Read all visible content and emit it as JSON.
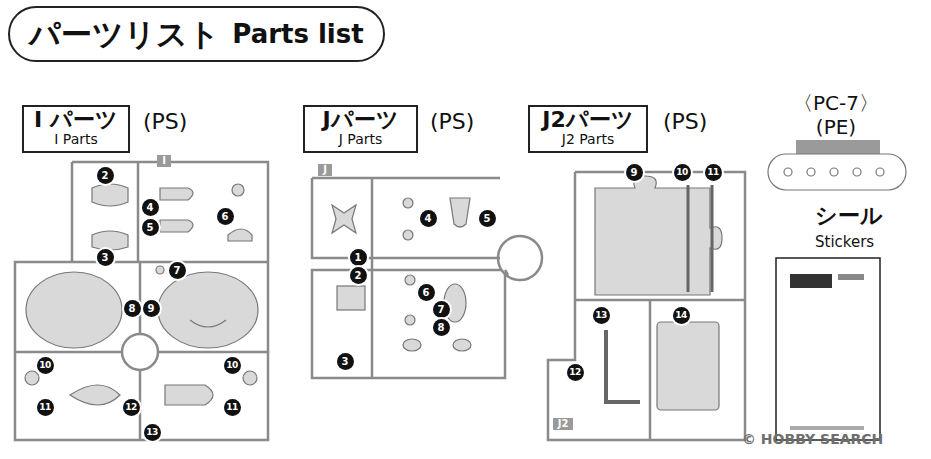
{
  "diagram": {
    "nodes": [
      {
        "text": [
          "パーツリスト",
          "Parts list"
        ]
      },
      {
        "text": [
          "I パーツ",
          "I Parts"
        ]
      },
      {
        "text": [
          "Jパーツ",
          "J Parts"
        ]
      },
      {
        "text": [
          "J2パーツ",
          "J2 Parts"
        ]
      }
    ],
    "labels": [
      "(PS)",
      "(PS)",
      "(PS)",
      "〈PC-7〉",
      "(PE)",
      "シール",
      "Stickers",
      "I",
      "2",
      "4",
      "5",
      "6",
      "3",
      "7",
      "8",
      "9",
      "10",
      "10",
      "12",
      "11",
      "13",
      "11",
      "J",
      "4",
      "5",
      "1",
      "2",
      "6",
      "7",
      "8",
      "3",
      "J2",
      "9",
      "10",
      "11",
      "13",
      "14",
      "12",
      "© HOBBY SEARCH"
    ]
  }
}
